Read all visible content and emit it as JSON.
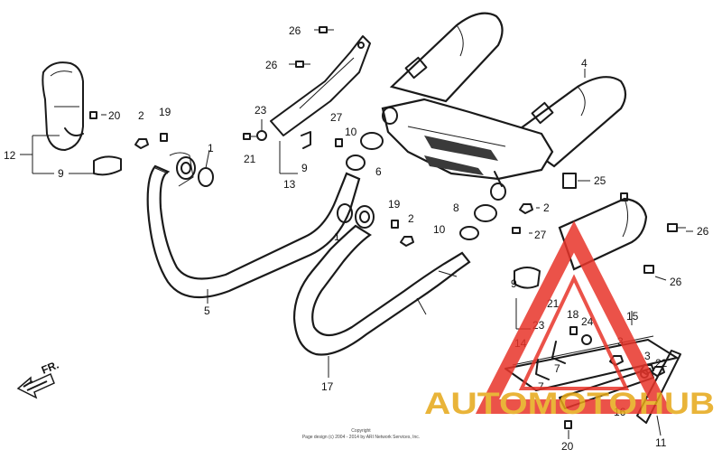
{
  "callouts": {
    "c1a": "1",
    "c1b": "1",
    "c2a": "2",
    "c2b": "2",
    "c2c": "2",
    "c3a": "3",
    "c3b": "3",
    "c4": "4",
    "c5": "5",
    "c6": "6",
    "c7a": "7",
    "c7b": "7",
    "c8": "8",
    "c9a": "9",
    "c9b": "9",
    "c9c": "9",
    "c10a": "10",
    "c10b": "10",
    "c11": "11",
    "c12": "12",
    "c13": "13",
    "c14": "14",
    "c15": "15",
    "c16": "16",
    "c17": "17",
    "c18": "18",
    "c19a": "19",
    "c19b": "19",
    "c20a": "20",
    "c20b": "20",
    "c21a": "21",
    "c21b": "21",
    "c22": "22",
    "c23a": "23",
    "c23b": "23",
    "c24": "24",
    "c25": "25",
    "c26a": "26",
    "c26b": "26",
    "c26c": "26",
    "c26d": "26",
    "c27a": "27",
    "c27b": "27"
  },
  "direction_label": "FR.",
  "copyright_line1": "Copyright",
  "copyright_line2": "Page design (c) 2004 - 2014 by ARI Network Services, Inc.",
  "watermark": {
    "part1": "AUTOMOTO",
    "part2": "HUB"
  },
  "colors": {
    "watermark_red": "#e8342a",
    "watermark_gold": "#e6a817"
  }
}
